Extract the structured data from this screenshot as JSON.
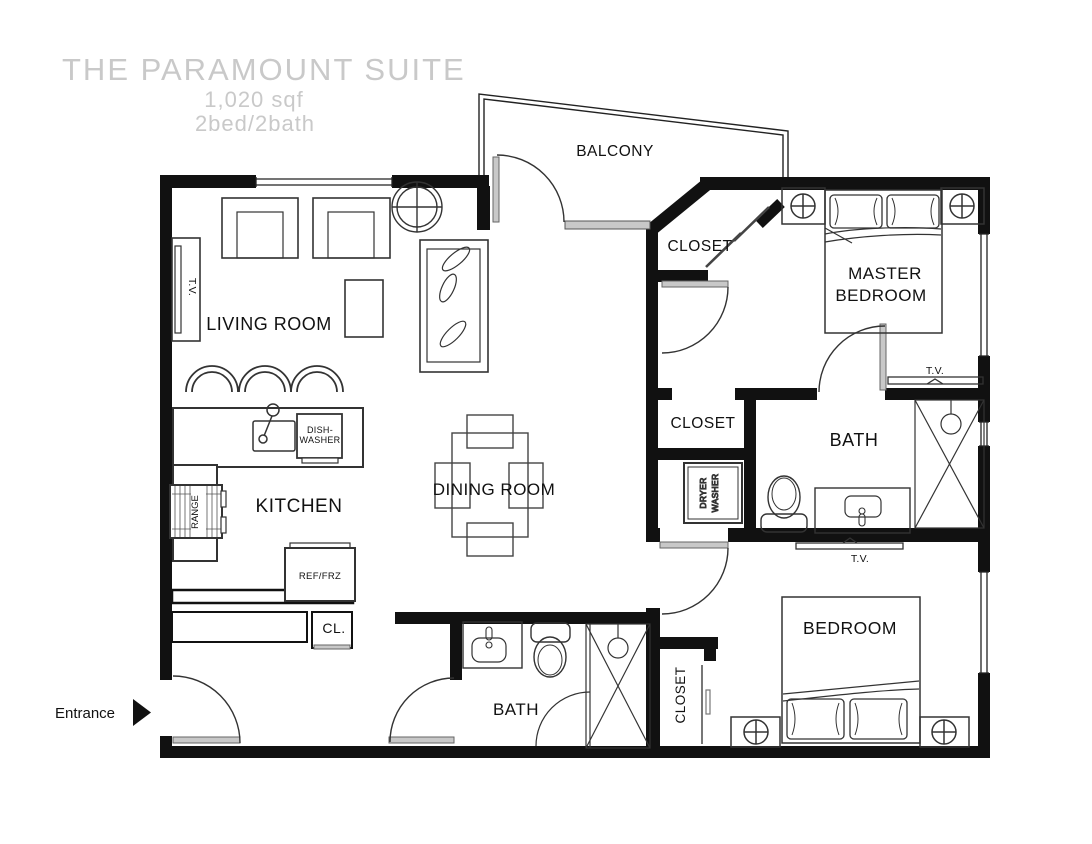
{
  "title_block": {
    "title": "THE PARAMOUNT SUITE",
    "area": "1,020 sqf",
    "config": "2bed/2bath"
  },
  "rooms": {
    "balcony": "BALCONY",
    "living_room": "LIVING ROOM",
    "kitchen": "KITCHEN",
    "dining_room": "DINING ROOM",
    "master_bedroom": {
      "line1": "MASTER",
      "line2": "BEDROOM"
    },
    "master_bath": "BATH",
    "bath2": "BATH",
    "bedroom": "BEDROOM",
    "closet_top": "CLOSET",
    "closet_mid": "CLOSET",
    "closet_bedroom": "CLOSET",
    "closet_entry": "CL."
  },
  "fixtures": {
    "tv_living": "T.V.",
    "tv_master": "T.V.",
    "tv_bedroom": "T.V.",
    "range": "RANGE",
    "dishwasher": {
      "line1": "DISH-",
      "line2": "WASHER"
    },
    "ref_frz": "REF/FRZ",
    "laundry": {
      "col1": "DRYER",
      "col2": "WASHER"
    }
  },
  "annotations": {
    "entrance": "Entrance"
  },
  "colors": {
    "line": "#111111",
    "title_gray": "#c9c9c9",
    "door_leaf": "#c8c8c8"
  }
}
